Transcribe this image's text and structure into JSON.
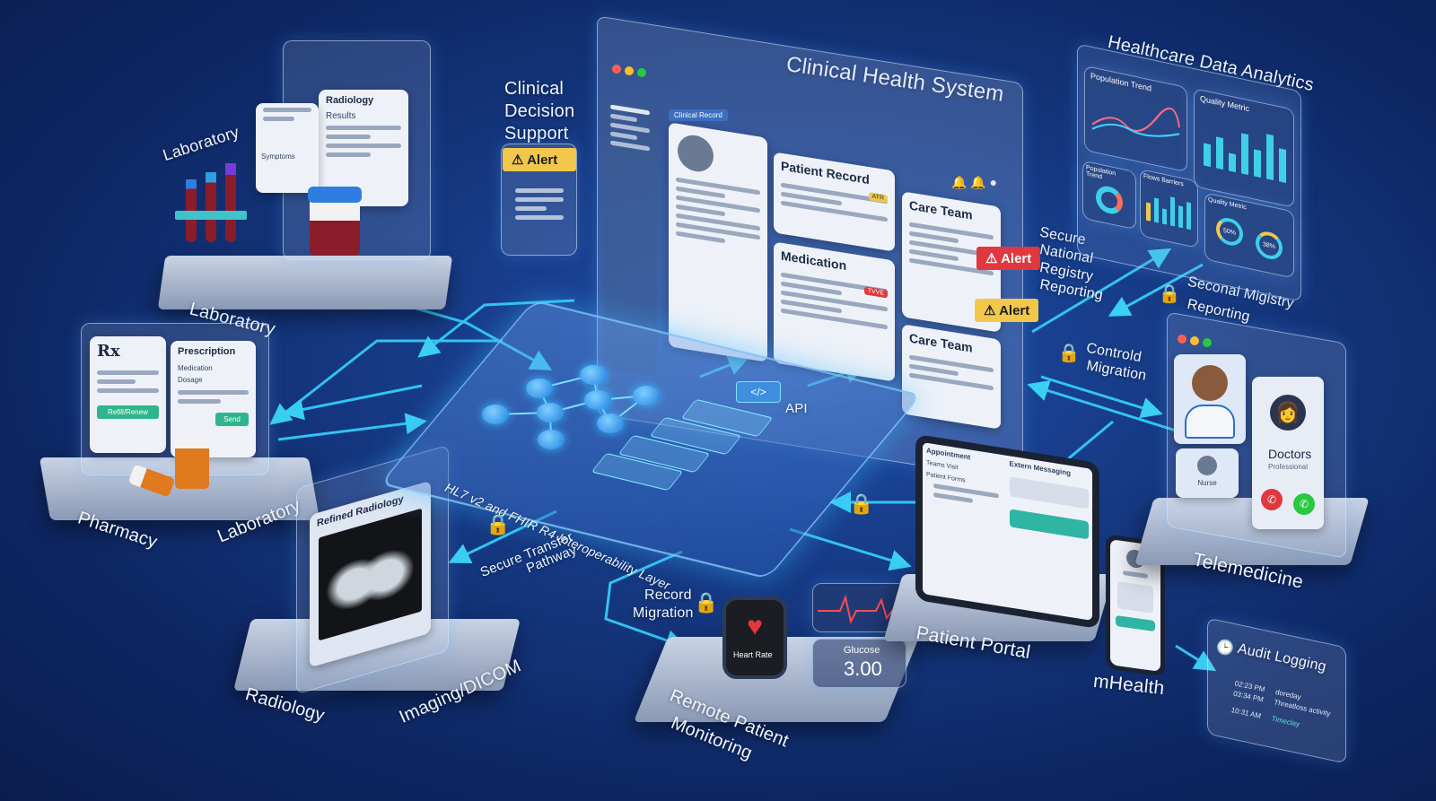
{
  "labels": {
    "clinical_health_system": "Clinical Health System",
    "healthcare_data_analytics": "Healthcare Data Analytics",
    "clinical_decision_support": [
      "Clinical",
      "Decision",
      "Support"
    ],
    "laboratory_top": "Laboratory",
    "laboratory_platform": "Laboratory",
    "laboratory_pharmacy": "Laboratory",
    "pharmacy": "Pharmacy",
    "radiology": "Radiology",
    "imaging_dicom": "Imaging/DICOM",
    "remote_patient_monitoring": [
      "Remote Patient",
      "Monitoring"
    ],
    "patient_portal": "Patient Portal",
    "mhealth": "mHealth",
    "telemedicine": "Telemedicine",
    "audit_logging": "Audit Logging",
    "interop_layer": "HL7 v2 and FHIR R4 Interoperability Layer",
    "api": "API",
    "secure_transfer": [
      "Secure Transfer",
      "Pathway"
    ],
    "record_migration": [
      "Record",
      "Migration"
    ],
    "secure_national_registry": [
      "Secure",
      "National",
      "Registry",
      "Reporting"
    ],
    "seconal_migistry": [
      "Seconal Migistry",
      "Reporting"
    ],
    "controld_migration": [
      "Controld",
      "Migration"
    ]
  },
  "clinical_ui": {
    "tab": "Clinical Record",
    "patient_record": "Patient Record",
    "medication": "Medication",
    "care_team": "Care Team",
    "care_team_2": "Care Team",
    "alert": "Alert",
    "tag_yellow": "ATR",
    "tag_red": "TVVE"
  },
  "cds": {
    "alert": "Alert"
  },
  "lab_screen": {
    "title": "Radiology",
    "results": "Results",
    "tag": "Symptoms"
  },
  "pharmacy_screen": {
    "rx": "Rx",
    "prescription": "Prescription",
    "medication": "Medication",
    "dosage": "Dosage",
    "btn1": "Refill/Renew",
    "btn2": "Send"
  },
  "radiology_screen": {
    "title": "Refined Radiology"
  },
  "analytics": {
    "population_trend": "Population Trend",
    "quality_metric": "Quality Metric",
    "population_trend_2": "Population Trend",
    "flows_barriers": "Flows Barriers",
    "quality_metric_2": "Quality Metric",
    "gauge1": "50%",
    "gauge2": "38%"
  },
  "telemedicine": {
    "doctors": "Doctors",
    "professional": "Professional",
    "nurse": "Nurse"
  },
  "portal": {
    "appointment": "Appointment",
    "secure_messaging": "Extern Messaging",
    "team_visit": "Teams Visit",
    "patient_forms": "Patient Forms"
  },
  "rpm": {
    "heart_rate": "Heart Rate",
    "glucose": "Glucose",
    "glucose_value": "3.00"
  },
  "audit": {
    "entries": [
      {
        "time": "02:23 PM",
        "text": "doreday"
      },
      {
        "time": "03:34 PM",
        "text": "Threatloss activity"
      },
      {
        "time": "10:31 AM",
        "text": "Timeclay"
      }
    ]
  },
  "colors": {
    "accent": "#39d6ff",
    "alert_yellow": "#f1c84b",
    "alert_red": "#e0383e",
    "bg": "#163a85"
  }
}
